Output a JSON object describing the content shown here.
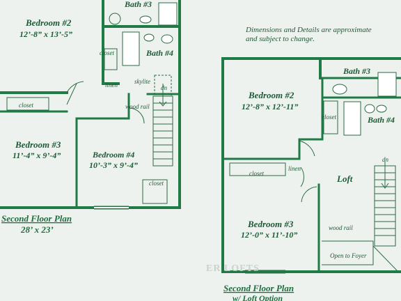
{
  "note": {
    "line1": "Dimensions and Details are approximate",
    "line2": "and subject to change."
  },
  "left": {
    "bedroom2": {
      "name": "Bedroom #2",
      "dims": "12’-8” x 13’-5”"
    },
    "bath3": "Bath #3",
    "bath4": "Bath #4",
    "closet_top": "closet",
    "linen": "linen",
    "skylite": "skylite",
    "dn": "dn",
    "wood_rail": "wood rail",
    "closet_left": "closet",
    "bedroom3": {
      "name": "Bedroom #3",
      "dims": "11’-4” x 9’-4”"
    },
    "bedroom4": {
      "name": "Bedroom #4",
      "dims": "10’-3” x 9’-4”"
    },
    "closet_bottom": "closet",
    "caption": {
      "title": "Second Floor Plan",
      "dims": "28’ x 23’"
    }
  },
  "right": {
    "bath3": "Bath #3",
    "bedroom2": {
      "name": "Bedroom #2",
      "dims": "12’-8” x 12’-11”"
    },
    "closet_top": "closet",
    "bath4": "Bath #4",
    "dn": "dn",
    "closet": "closet",
    "linen": "linen",
    "loft": "Loft",
    "bedroom3": {
      "name": "Bedroom #3",
      "dims": "12’-0” x 11’-10”"
    },
    "wood_rail": "wood rail",
    "open_to_foyer": "Open to Foyer",
    "caption": {
      "title": "Second Floor Plan",
      "subtitle": "w/ Loft Option"
    }
  },
  "faint_text": "ER LOFTS"
}
